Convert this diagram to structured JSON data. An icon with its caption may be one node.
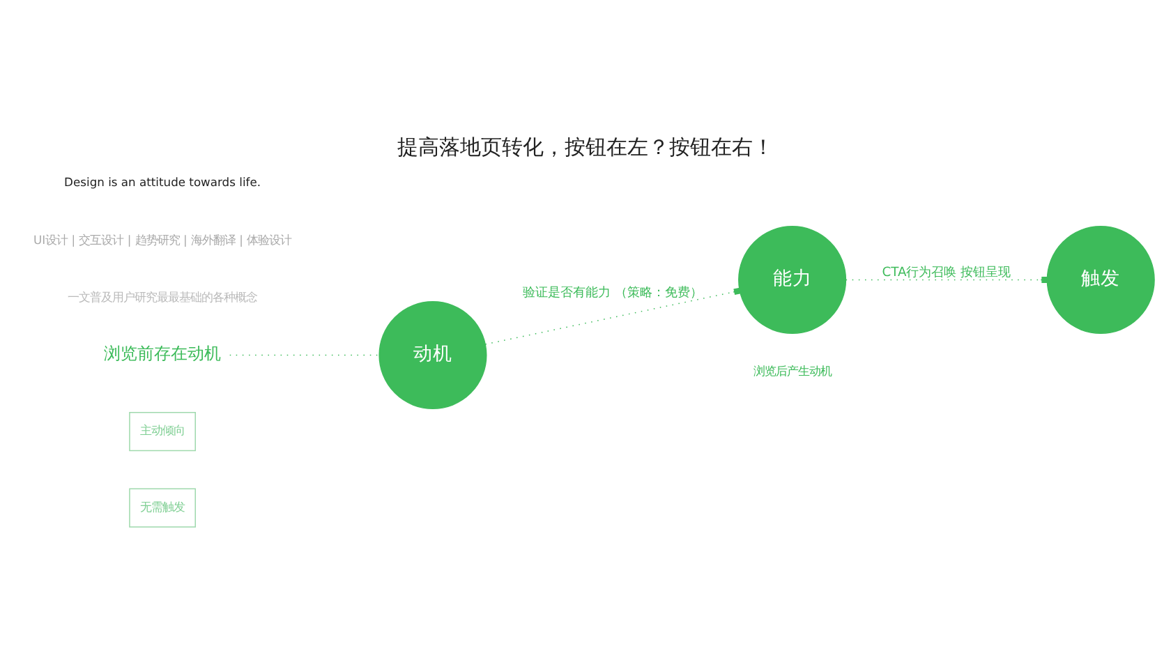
{
  "diagram": {
    "title": "提高落地页转化，按钮在左？按钮在右！",
    "nodes": [
      {
        "text": [
          "浏览前存在动机"
        ]
      },
      {
        "text": [
          "主动倾向"
        ]
      },
      {
        "text": [
          "无需触发"
        ]
      },
      {
        "text": [
          "动机"
        ]
      },
      {
        "text": [
          "能力"
        ]
      },
      {
        "text": [
          "触发"
        ]
      }
    ],
    "edges": [
      {
        "from": 0,
        "to": 3,
        "arrow": "none",
        "style": "dashed"
      },
      {
        "from": 3,
        "to": 4,
        "arrow": "other",
        "style": "dashed",
        "label": "验证是否有能力 （策略：免费）"
      },
      {
        "from": 4,
        "to": 5,
        "arrow": "other",
        "style": "dashed",
        "label": "CTA行为召唤 按钮呈现"
      }
    ],
    "labels": [
      "一文普及用户研究最最基础的各种概念",
      "浏览后产生动机",
      "UI设计 | 交互设计 | 趋势研究 | 海外翻译 | 体验设计",
      "Design is an attitude towards life."
    ]
  }
}
